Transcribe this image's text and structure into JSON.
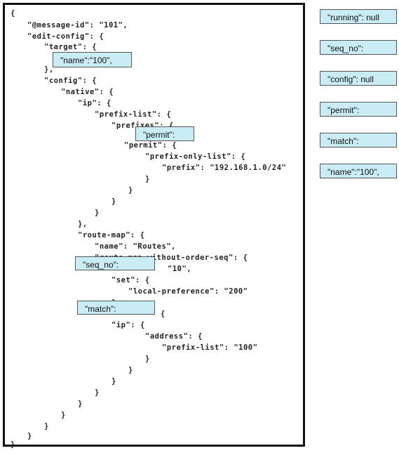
{
  "code_lines": [
    "{",
    "\"@message-id\": \"101\",",
    "\"edit-config\": {",
    "\"target\": {",
    "},",
    "\"config\": {",
    "\"native\": {",
    "\"ip\": {",
    "\"prefix-list\": {",
    "\"prefixes\": {",
    "\"permit\": {",
    "\"prefix-only-list\": {",
    "\"prefix\": \"192.168.1.0/24\"",
    "}",
    "}",
    "}",
    "}",
    "},",
    "\"route-map\": {",
    "\"name\": \"Routes\",",
    "\"route-map-without-order-seq\": {",
    "\"10\",",
    "\"set\": {",
    "\"local-preference\": \"200\"",
    "},",
    "{",
    "\"ip\": {",
    "\"address\": {",
    "\"prefix-list\": \"100\"",
    "}",
    "}",
    "}",
    "}",
    "}",
    "}",
    "}",
    "}",
    "}"
  ],
  "blanks": {
    "target_name": "\"name\":\"100\",",
    "prefixes_permit": "\"permit\":",
    "seq_no": "\"seq_no\":",
    "match": "\"match\":"
  },
  "options": [
    "\"running\": null",
    "\"seq_no\":",
    "\"config\": null",
    "\"permit\":",
    "\"match\":",
    "\"name\":\"100\","
  ]
}
